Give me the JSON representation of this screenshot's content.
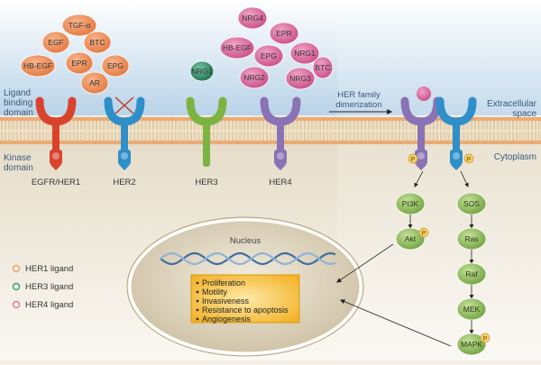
{
  "labels": {
    "ligand_binding_domain": [
      "Ligand",
      "binding",
      "domain"
    ],
    "kinase_domain": [
      "Kinase",
      "domain"
    ],
    "extracellular_space": [
      "Extracellular",
      "space"
    ],
    "cytoplasm": "Cytoplasm",
    "dimerization": [
      "HER family",
      "dimerization"
    ],
    "nucleus": "Nucleus",
    "phospho": "P"
  },
  "receptors": [
    {
      "name": "EGFR/HER1",
      "color": "#d9432e"
    },
    {
      "name": "HER2",
      "color": "#2f8fc8"
    },
    {
      "name": "HER3",
      "color": "#7cb342"
    },
    {
      "name": "HER4",
      "color": "#8a72b5"
    }
  ],
  "her1_ligands": [
    "TGF-α",
    "EGF",
    "BTC",
    "HB-EGF",
    "EPR",
    "EPG",
    "AR"
  ],
  "her3_ligands": [
    "NRG1"
  ],
  "her4_ligands": [
    "NRG4",
    "EPR",
    "HB-EGF",
    "EPG",
    "NRG1",
    "BTC",
    "NRG2",
    "NRG3"
  ],
  "pathways": {
    "left": [
      "PI3K",
      "Akt"
    ],
    "right": [
      "SOS",
      "Ras",
      "Raf",
      "MEK",
      "MAPK"
    ]
  },
  "outcomes": [
    "Proliferation",
    "Motility",
    "Invasiveness",
    "Resistance to apoptosis",
    "Angiogenesis"
  ],
  "legend": [
    {
      "label": "HER1 ligand",
      "color": "#f0a070"
    },
    {
      "label": "HER3 ligand",
      "color": "#3aa37a"
    },
    {
      "label": "HER4 ligand",
      "color": "#e07aa8"
    }
  ],
  "colors": {
    "her1_ligand": "#ee8a55",
    "her3_ligand": "#2f8a66",
    "her4_ligand": "#d45a93",
    "pathway_node": "#8dbb57",
    "phospho": "#f5cf6a",
    "outcome_box": "#f4b41a"
  }
}
